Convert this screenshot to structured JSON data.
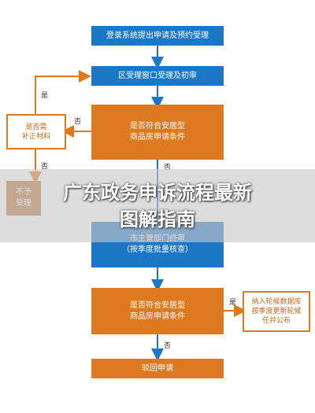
{
  "flow": {
    "step1": "登录系统提出申请及预约受理",
    "step2": "区受理窗口受理及初审",
    "check1_line1": "是否符合安居型",
    "check1_line2": "商品房申请条件",
    "side_supplement_line1": "是否需",
    "side_supplement_line2": "补正材料",
    "side_reject_line1": "不予",
    "side_reject_line2": "受理",
    "step_city_line1": "市主管部门终审",
    "step_city_line2": "（按季度批量核查）",
    "check2_line1": "是否符合安居型",
    "check2_line2": "商品房申请条件",
    "side_publish_line1": "纳入轮候数据库",
    "side_publish_line2": "按季度更新轮候",
    "side_publish_line3": "任并公布",
    "step_final": "驳回申请"
  },
  "labels": {
    "yes_top": "是",
    "no_left": "否",
    "no_down": "否",
    "no_down2": "否",
    "yes_right": "是"
  },
  "banner": {
    "line1": "广东政务申诉流程最新",
    "line2": "图解指南"
  },
  "colors": {
    "blue": "#1c78c6",
    "orange": "#dd7a1f",
    "arrow": "#1c78c6",
    "side_arrow": "#dd7a1f"
  }
}
